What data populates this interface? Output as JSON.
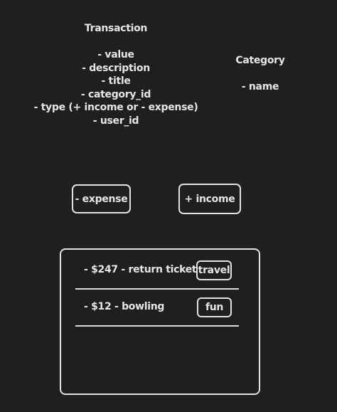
{
  "transaction_entity": {
    "title": "Transaction",
    "fields": [
      "- value",
      "- description",
      "- title",
      "- category_id",
      "- type (+ income or - expense)",
      "- user_id"
    ]
  },
  "category_entity": {
    "title": "Category",
    "fields": [
      "- name"
    ]
  },
  "buttons": {
    "expense_label": "- expense",
    "income_label": "+ income"
  },
  "transactions": [
    {
      "description": "- $247 - return ticket",
      "category": "travel"
    },
    {
      "description": "- $12 - bowling",
      "category": "fun"
    }
  ],
  "colors": {
    "background": "#1f1f1f",
    "stroke": "#e2e2e2",
    "text": "#e6e6e6"
  }
}
